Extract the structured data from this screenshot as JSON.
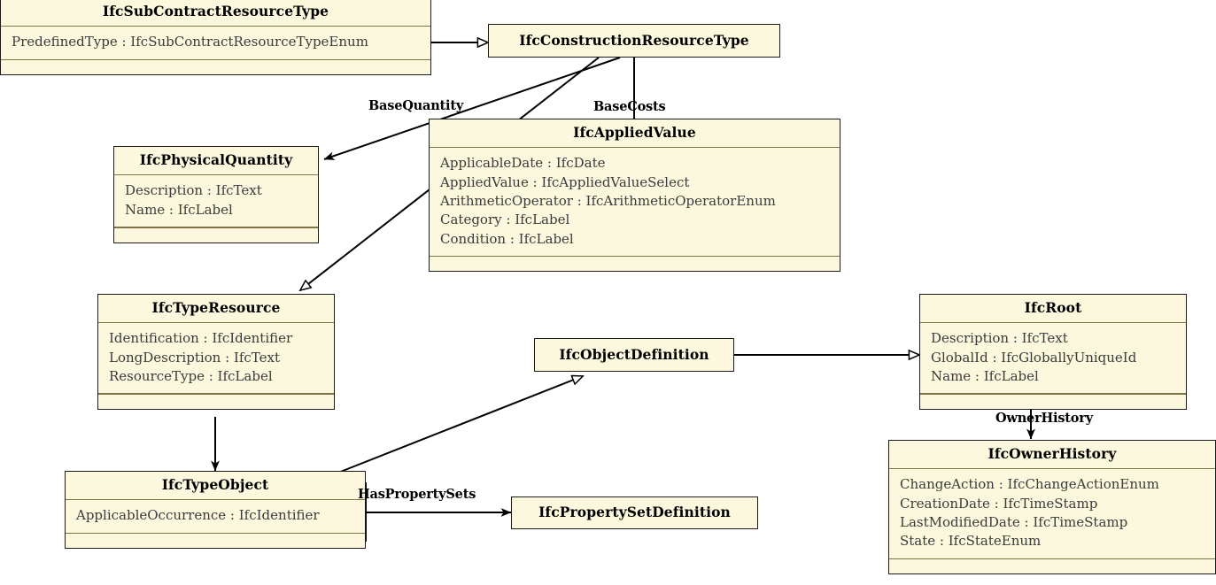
{
  "diagram": {
    "kind": "uml-class-diagram",
    "title": "IFC Construction Resource Type class diagram",
    "colors": {
      "class_fill": "#fcf8dd",
      "class_border": "#1a1a1a",
      "compartment_divider": "#7d7545",
      "edge": "#000000",
      "background": "#ffffff"
    }
  },
  "classes": [
    {
      "id": "IfcSubContractResourceType",
      "name": "IfcSubContractResourceType",
      "attributes": [
        "PredefinedType : IfcSubContractResourceTypeEnum"
      ],
      "has_operations_compartment": true
    },
    {
      "id": "IfcConstructionResourceType",
      "name": "IfcConstructionResourceType",
      "attributes": [],
      "has_operations_compartment": false
    },
    {
      "id": "IfcPhysicalQuantity",
      "name": "IfcPhysicalQuantity",
      "attributes": [
        "Description : IfcText",
        "Name : IfcLabel"
      ],
      "has_operations_compartment": true
    },
    {
      "id": "IfcAppliedValue",
      "name": "IfcAppliedValue",
      "attributes": [
        "ApplicableDate : IfcDate",
        "AppliedValue : IfcAppliedValueSelect",
        "ArithmeticOperator : IfcArithmeticOperatorEnum",
        "Category : IfcLabel",
        "Condition : IfcLabel"
      ],
      "has_operations_compartment": true
    },
    {
      "id": "IfcTypeResource",
      "name": "IfcTypeResource",
      "attributes": [
        "Identification : IfcIdentifier",
        "LongDescription : IfcText",
        "ResourceType : IfcLabel"
      ],
      "has_operations_compartment": true
    },
    {
      "id": "IfcObjectDefinition",
      "name": "IfcObjectDefinition",
      "attributes": [],
      "has_operations_compartment": false
    },
    {
      "id": "IfcRoot",
      "name": "IfcRoot",
      "attributes": [
        "Description : IfcText",
        "GlobalId : IfcGloballyUniqueId",
        "Name : IfcLabel"
      ],
      "has_operations_compartment": true
    },
    {
      "id": "IfcTypeObject",
      "name": "IfcTypeObject",
      "attributes": [
        "ApplicableOccurrence : IfcIdentifier"
      ],
      "has_operations_compartment": true
    },
    {
      "id": "IfcPropertySetDefinition",
      "name": "IfcPropertySetDefinition",
      "attributes": [],
      "has_operations_compartment": false
    },
    {
      "id": "IfcOwnerHistory",
      "name": "IfcOwnerHistory",
      "attributes": [
        "ChangeAction : IfcChangeActionEnum",
        "CreationDate : IfcTimeStamp",
        "LastModifiedDate : IfcTimeStamp",
        "State : IfcStateEnum"
      ],
      "has_operations_compartment": true
    }
  ],
  "relationships": [
    {
      "from": "IfcSubContractResourceType",
      "to": "IfcConstructionResourceType",
      "type": "generalization",
      "label": ""
    },
    {
      "from": "IfcConstructionResourceType",
      "to": "IfcPhysicalQuantity",
      "type": "association",
      "label": "BaseQuantity"
    },
    {
      "from": "IfcConstructionResourceType",
      "to": "IfcAppliedValue",
      "type": "association",
      "label": "BaseCosts"
    },
    {
      "from": "IfcConstructionResourceType",
      "to": "IfcTypeResource",
      "type": "generalization",
      "label": ""
    },
    {
      "from": "IfcTypeResource",
      "to": "IfcTypeObject",
      "type": "association",
      "label": ""
    },
    {
      "from": "IfcTypeObject",
      "to": "IfcObjectDefinition",
      "type": "generalization",
      "label": ""
    },
    {
      "from": "IfcObjectDefinition",
      "to": "IfcRoot",
      "type": "generalization",
      "label": ""
    },
    {
      "from": "IfcTypeObject",
      "to": "IfcPropertySetDefinition",
      "type": "association",
      "label": "HasPropertySets"
    },
    {
      "from": "IfcRoot",
      "to": "IfcOwnerHistory",
      "type": "association",
      "label": "OwnerHistory"
    }
  ],
  "edge_labels": {
    "base_quantity": "BaseQuantity",
    "base_costs": "BaseCosts",
    "has_property_sets": "HasPropertySets",
    "owner_history": "OwnerHistory"
  }
}
